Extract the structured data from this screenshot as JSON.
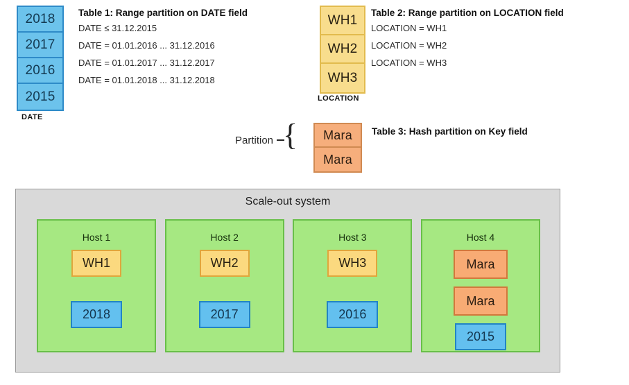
{
  "partitions": {
    "date": {
      "caption": "DATE",
      "cells": [
        "2018",
        "2017",
        "2016",
        "2015"
      ],
      "fill": "#6cc3ec",
      "border": "#2e8bc8"
    },
    "location": {
      "caption": "LOCATION",
      "cells": [
        "WH1",
        "WH2",
        "WH3"
      ],
      "fill": "#f8dd8d",
      "border": "#e2bb4e"
    },
    "key": {
      "caption": "Partition",
      "cells": [
        "Mara",
        "Mara"
      ],
      "fill": "#f6ae7c",
      "border": "#d08a52"
    }
  },
  "legends": {
    "table1": {
      "title": "Table 1: Range partition on DATE field",
      "lines": [
        "DATE ≤ 31.12.2015",
        "DATE = 01.01.2016  ...  31.12.2016",
        "DATE = 01.01.2017  ...  31.12.2017",
        "DATE = 01.01.2018  ...  31.12.2018"
      ]
    },
    "table2": {
      "title": "Table 2: Range partition on LOCATION field",
      "lines": [
        "LOCATION = WH1",
        "LOCATION = WH2",
        "LOCATION = WH3"
      ]
    },
    "table3": {
      "title": "Table 3: Hash partition on Key field",
      "lines": []
    }
  },
  "scaleout": {
    "title": "Scale-out system",
    "background": "#d9d9d9",
    "border": "#9a9a9a",
    "hosts": [
      {
        "title": "Host 1",
        "chips": [
          {
            "label": "WH1",
            "kind": "wh"
          },
          {
            "label": "2018",
            "kind": "year"
          }
        ]
      },
      {
        "title": "Host 2",
        "chips": [
          {
            "label": "WH2",
            "kind": "wh"
          },
          {
            "label": "2017",
            "kind": "year"
          }
        ]
      },
      {
        "title": "Host 3",
        "chips": [
          {
            "label": "WH3",
            "kind": "wh"
          },
          {
            "label": "2016",
            "kind": "year"
          }
        ]
      },
      {
        "title": "Host 4",
        "chips": [
          {
            "label": "Mara",
            "kind": "mara"
          },
          {
            "label": "Mara",
            "kind": "mara"
          },
          {
            "label": "2015",
            "kind": "year"
          }
        ]
      }
    ],
    "host_fill": "#a6e882",
    "host_border": "#69bf49"
  }
}
